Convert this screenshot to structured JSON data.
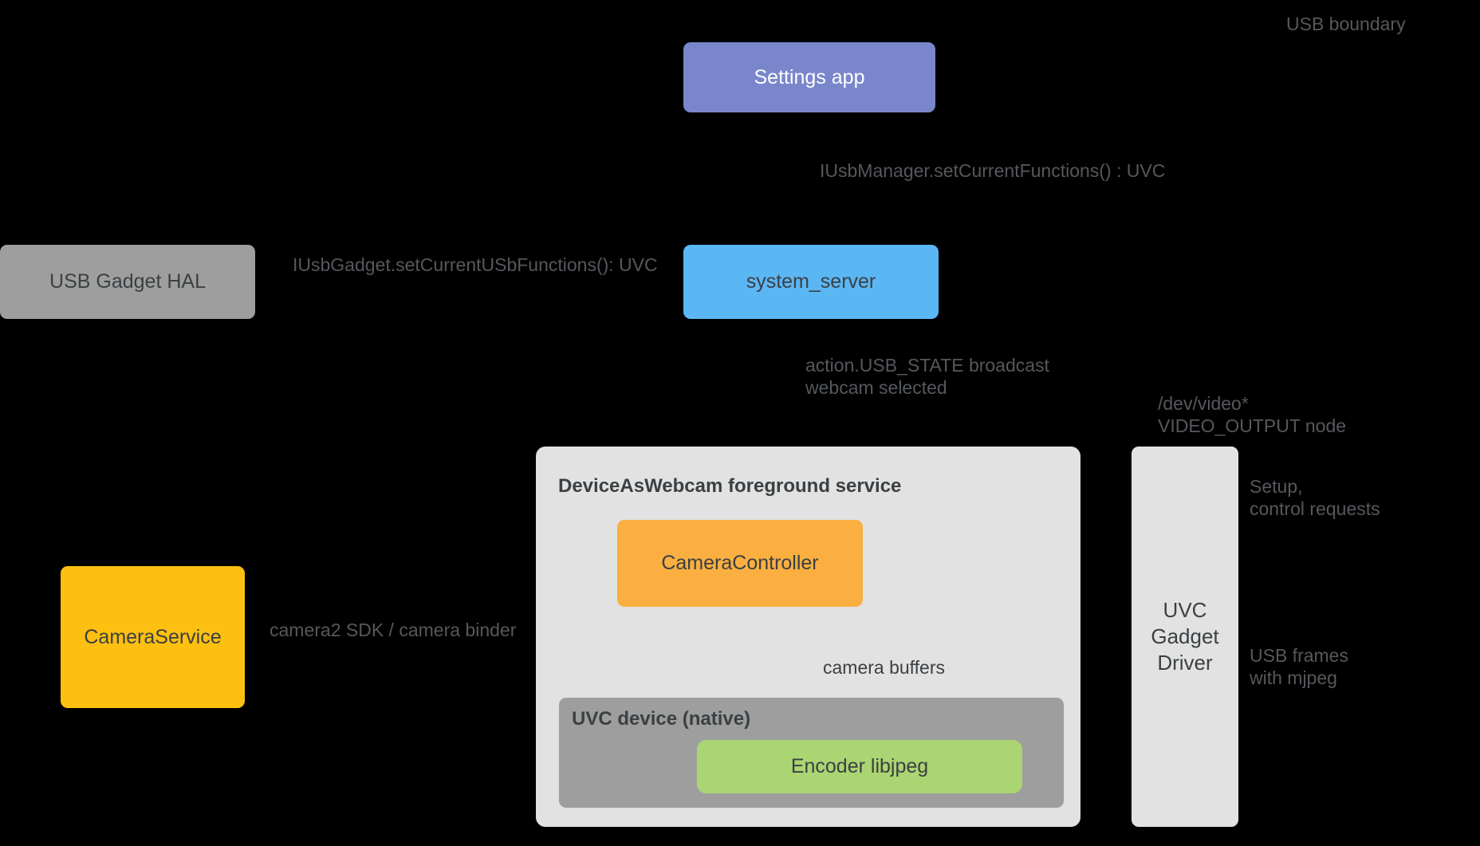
{
  "diagram": {
    "boundary_label": "USB boundary",
    "nodes": {
      "settings_app": {
        "label": "Settings app",
        "color": "#7986CB",
        "text_color": "#FFFFFF"
      },
      "usb_gadget_hal": {
        "label": "USB Gadget HAL",
        "color": "#9E9E9E"
      },
      "system_server": {
        "label": "system_server",
        "color": "#5BB6F4"
      },
      "camera_service": {
        "label": "CameraService",
        "color": "#FDC010"
      },
      "daw_container": {
        "label": "DeviceAsWebcam foreground service",
        "color": "#E2E2E2"
      },
      "camera_controller": {
        "label": "CameraController",
        "color": "#FAAF40"
      },
      "uvc_native": {
        "label": "UVC device (native)",
        "color": "#9E9E9E"
      },
      "encoder": {
        "label": "Encoder libjpeg",
        "color": "#ABD572"
      },
      "uvc_gadget_driver": {
        "lines": [
          "UVC",
          "Gadget",
          "Driver"
        ],
        "color": "#E2E2E2"
      }
    },
    "annotations": {
      "iusbmanager": "IUsbManager.setCurrentFunctions() : UVC",
      "iusbgadget": "IUsbGadget.setCurrentUSbFunctions(): UVC",
      "usb_state_l1": "action.USB_STATE broadcast",
      "usb_state_l2": "webcam selected",
      "camera2": "camera2 SDK / camera binder",
      "camera_buffers": "camera buffers",
      "devvideo_l1": "/dev/video*",
      "devvideo_l2": "VIDEO_OUTPUT node",
      "setup_l1": "Setup,",
      "setup_l2": "control requests",
      "frames_l1": "USB frames",
      "frames_l2": "with mjpeg"
    },
    "colors": {
      "background": "#000000",
      "annotation_text": "#55585C",
      "node_text": "#3B4043",
      "arrow": "#000000"
    }
  }
}
